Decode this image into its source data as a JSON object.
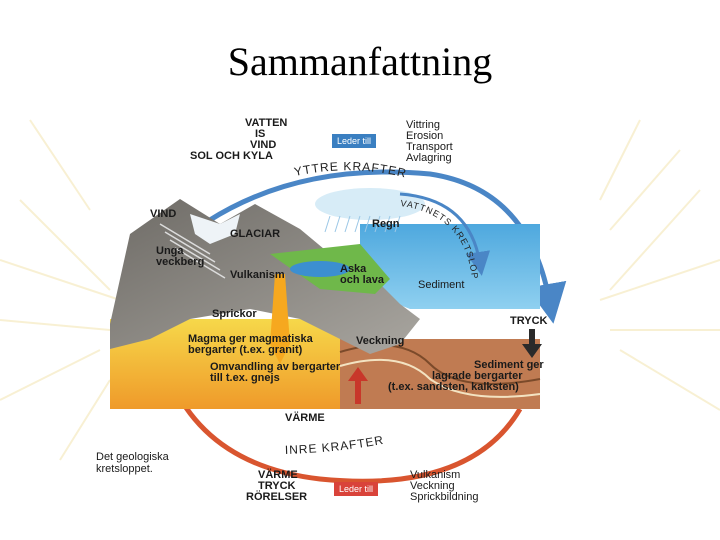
{
  "slide": {
    "title": "Sammanfattning"
  },
  "diagram": {
    "top_left": {
      "lines": [
        "VATTEN",
        "IS",
        "VIND",
        "SOL OCH KYLA"
      ],
      "leder_till": "Leder till",
      "results": [
        "Vittring",
        "Erosion",
        "Transport",
        "Avlagring"
      ]
    },
    "yttre_krafter": "YTTRE KRAFTER",
    "vattnets_kretslopp": "VATTNETS KRETSLOPP",
    "labels": {
      "vind": "VIND",
      "glaciar": "GLACIAR",
      "regn": "Regn",
      "unga_veckberg_1": "Unga",
      "unga_veckberg_2": "veckberg",
      "vulkanism": "Vulkanism",
      "aska_1": "Aska",
      "aska_2": "och lava",
      "sediment": "Sediment",
      "sprickor": "Sprickor",
      "tryck": "TRYCK",
      "magma_1": "Magma ger magmatiska",
      "magma_2": "bergarter (t.ex. granit)",
      "veckning": "Veckning",
      "omvandling_1": "Omvandling av bergarter",
      "omvandling_2": "till t.ex. gnejs",
      "sediment_ger_1": "Sediment ger",
      "sediment_ger_2": "lagrade bergarter",
      "sediment_ger_3": "(t.ex. sandsten, kalksten)",
      "varme": "VÄRME"
    },
    "inre_krafter": "INRE KRAFTER",
    "caption": [
      "Det geologiska",
      "kretsloppet."
    ],
    "bottom": {
      "lines": [
        "VÄRME",
        "TRYCK",
        "RÖRELSER"
      ],
      "leder_till": "Leder till",
      "results": [
        "Vulkanism",
        "Veckning",
        "Sprickbildning"
      ]
    }
  },
  "colors": {
    "leder_top": "#3a7fc1",
    "leder_bottom": "#d9433a",
    "sea": "#5fb2e0",
    "rock": "#8c8a86",
    "magma": "#f2c230",
    "arrow_top": "#4a86c6",
    "arrow_bottom": "#d9552f"
  }
}
